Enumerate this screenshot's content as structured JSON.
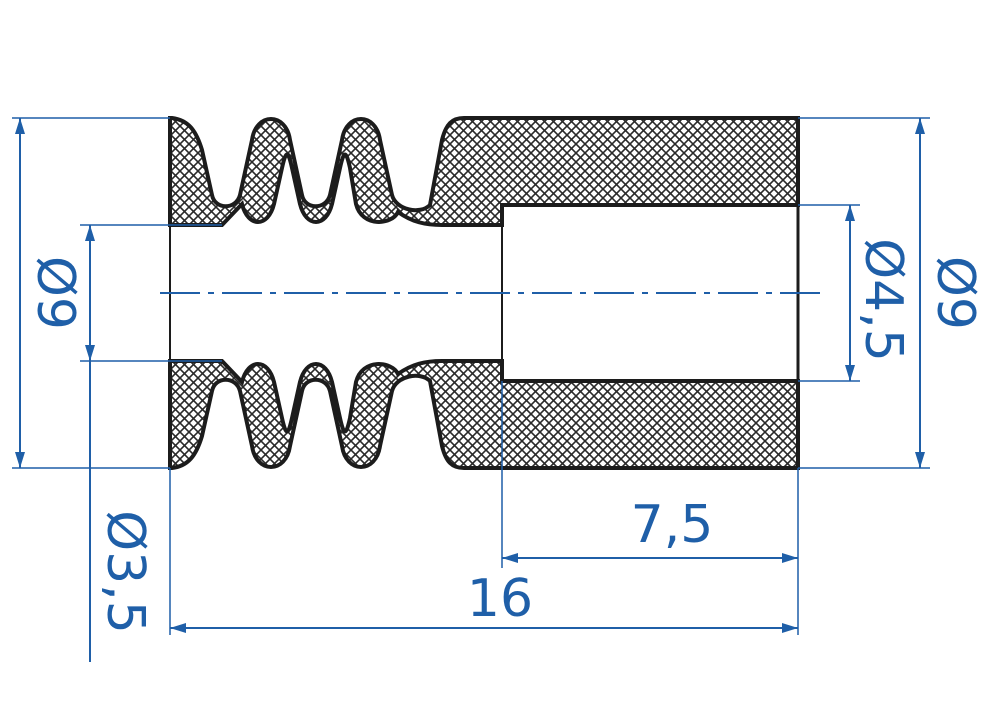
{
  "colors": {
    "dimension": "#1f5fa8",
    "outline": "#1c1c1c",
    "hatch": "#2a2a2a",
    "background": "#ffffff"
  },
  "dimensions": {
    "outer_diameter_left": "Ø9",
    "inner_diameter_left": "Ø3,5",
    "bore_diameter_right": "Ø4,5",
    "outer_diameter_right": "Ø9",
    "bore_length": "7,5",
    "total_length": "16"
  }
}
